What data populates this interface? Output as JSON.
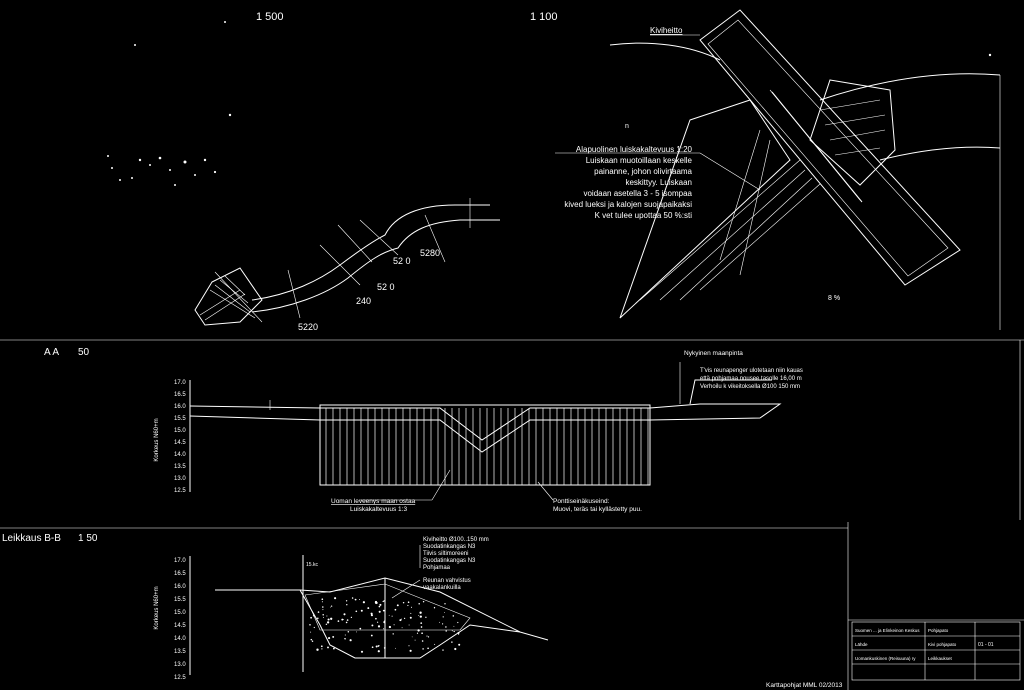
{
  "scales": {
    "plan_left": "1 500",
    "plan_right": "1 100",
    "section_aa": "50",
    "section_bb": "1 50"
  },
  "plan": {
    "kiviheitto_label": "Kiviheitto",
    "note_lines": [
      "Alapuolinen luiskakaltevuus 1:20",
      "Luiskaan muotoillaan keskelle",
      "painanne, johon olivirtaama",
      "keskittyy. Luiskaan",
      "voidaan asetella 3 - 5 isompaa",
      "kived lueksi ja kalojen suojapaikaksi",
      "K vet tulee upottaa 50 %:sti"
    ],
    "station_labels": [
      "52 0",
      "5280",
      "52 0",
      "240",
      "5220"
    ],
    "north_marks": [
      "n",
      "8 %"
    ]
  },
  "section_aa": {
    "title": "A A",
    "nykyinen": "Nykyinen maanpinta",
    "note_lines": [
      "T'vis reunapenger ulotetaan niin kauas",
      "että pohjamaa nousee tasolle 16,00 m",
      "Verhoilu k vikeitoksella Ø100 150 mm"
    ],
    "axis_label": "Korkeus N60+m",
    "ticks": [
      "17.0",
      "16.5",
      "16.0",
      "15.5",
      "15.0",
      "14.5",
      "14.0",
      "13.5",
      "13.0",
      "12.5"
    ],
    "left_callout": [
      "Uoman leveenys maan ostaa",
      "Luiskakaltevuus 1:3"
    ],
    "right_callout": [
      "Ponttiseinäkuseind:",
      "Muovi, teräs tai kyllästetty puu."
    ]
  },
  "section_bb": {
    "title": "Leikkaus B-B",
    "axis_label": "Korkeus N60+m",
    "ticks": [
      "17.0",
      "16.5",
      "16.0",
      "15.5",
      "15.0",
      "14.5",
      "14.0",
      "13.5",
      "13.0",
      "12.5"
    ],
    "layer_lines": [
      "Kiviheitto Ø100..150 mm",
      "Suodatinkangas N3",
      "Tiivis siltimoreeni",
      "Suodatinkangas N3",
      "Pohjamaa"
    ],
    "edge_lines": [
      "Reunan vahvistus",
      "vaakalankuilla"
    ],
    "small_mark": "15.kc"
  },
  "footer": {
    "map_credit": "Karttapohjat MML 02/2013",
    "title_block_rows": [
      "Suomen ... ja Elinkeinon Keskus",
      "Lähde",
      "Uomankuskinen (Reisuuna) ry",
      "Pohjapato",
      "Kivi pohjapato",
      "Leikkaukset",
      "01 - 01"
    ]
  }
}
